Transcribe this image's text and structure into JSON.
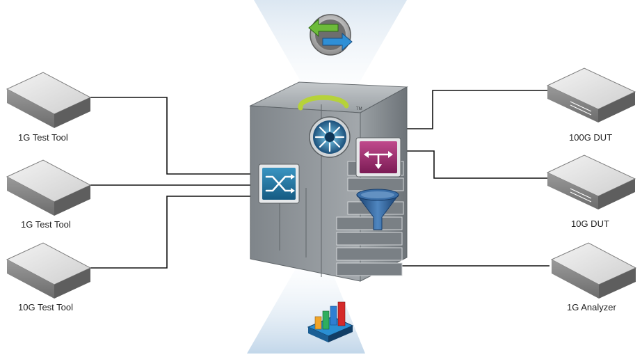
{
  "devices": {
    "left": [
      {
        "label": "1G Test Tool"
      },
      {
        "label": "1G Test Tool"
      },
      {
        "label": "10G Test Tool"
      }
    ],
    "right": [
      {
        "label": "100G DUT"
      },
      {
        "label": "10G DUT"
      },
      {
        "label": "1G Analyzer"
      }
    ]
  },
  "central": {
    "tm_mark": "TM"
  },
  "icons": [
    "arrows-swap-icon",
    "switch-crossover-icon",
    "hub-wheel-icon",
    "split-arrow-icon",
    "filter-funnel-icon",
    "bar-chart-icon"
  ],
  "colors": {
    "beam": "#c5d8ea",
    "rack": "#8e9499",
    "switch_blue": "#1f6f9a",
    "split_magenta": "#9c2a6e",
    "funnel_blue": "#1d4c83",
    "lime_logo": "#b6d23a"
  }
}
